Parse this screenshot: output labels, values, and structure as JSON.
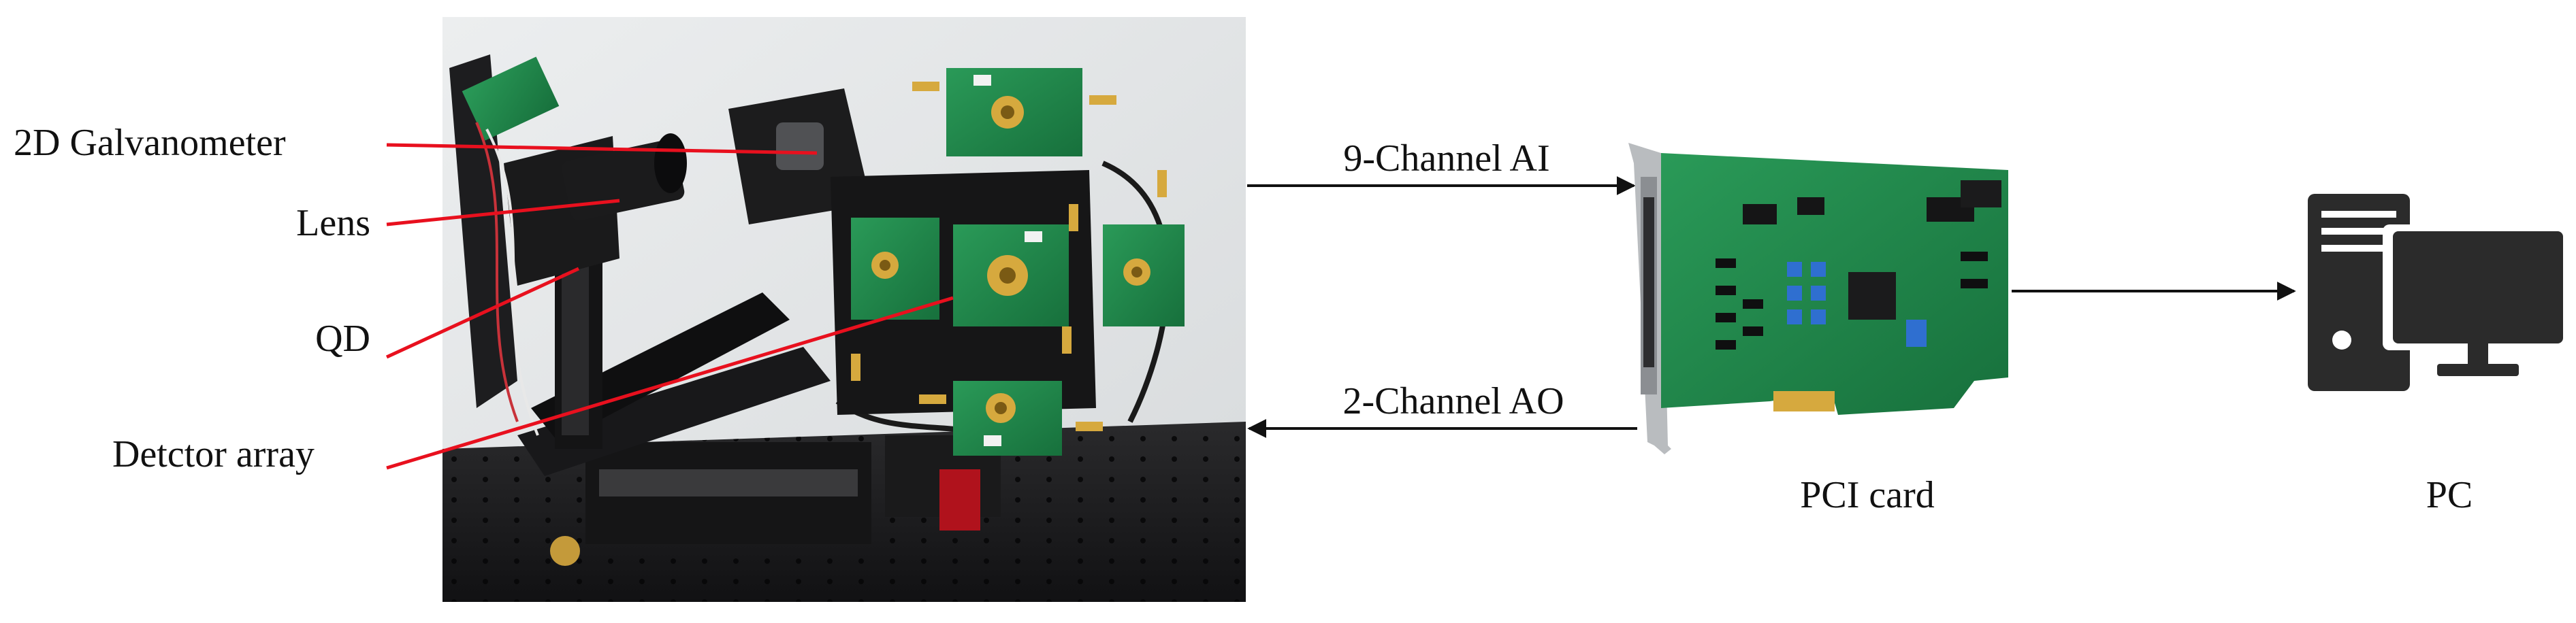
{
  "labels": {
    "galvanometer": "2D Galvanometer",
    "lens": "Lens",
    "qd": "QD",
    "detector": "Detctor array",
    "ai_channel": "9-Channel AI",
    "ao_channel": "2-Channel AO",
    "pci_card": "PCI card",
    "pc": "PC"
  },
  "colors": {
    "pointer_line": "#e8101e",
    "arrow": "#111111",
    "board_green": "#1f8a4c",
    "pc_icon": "#2b2b2b"
  }
}
